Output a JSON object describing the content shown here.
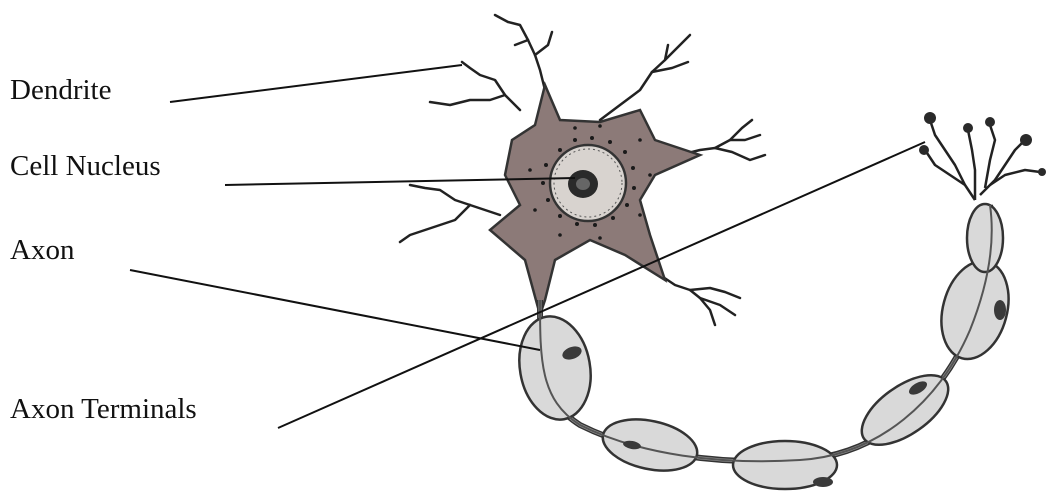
{
  "labels": {
    "dendrite": "Dendrite",
    "cell_nucleus": "Cell Nucleus",
    "axon": "Axon",
    "axon_terminals": "Axon Terminals"
  },
  "colors": {
    "cell_body": "#8c7a78",
    "myelin": "#d9d9d9",
    "node": "#3a3a3a",
    "line": "#111111",
    "nucleus_fill": "#d8d3cf"
  }
}
